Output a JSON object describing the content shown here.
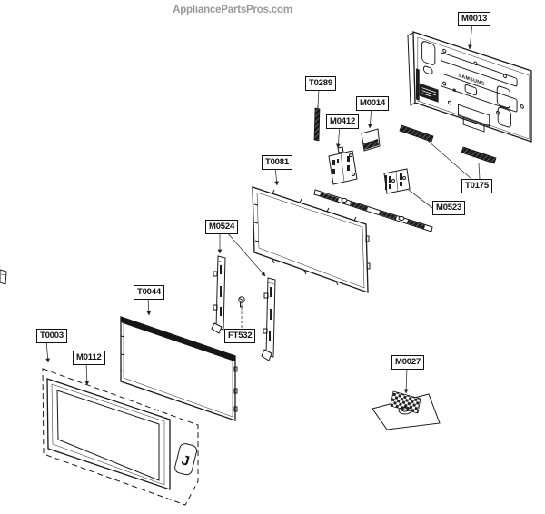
{
  "header": {
    "watermark": "AppliancePartsPros.com"
  },
  "colors": {
    "ink": "#1a1a1a",
    "paper": "#ffffff",
    "watermark": "#9a9a9a",
    "leader": "#333333"
  },
  "badge": {
    "text": "J"
  },
  "back_panel": {
    "brand": "SAMSUNG"
  },
  "labels": [
    {
      "part": "M0013",
      "text": "M0013"
    },
    {
      "part": "T0289",
      "text": "T0289"
    },
    {
      "part": "M0014",
      "text": "M0014"
    },
    {
      "part": "M0412",
      "text": "M0412"
    },
    {
      "part": "T0081",
      "text": "T0081"
    },
    {
      "part": "T0175",
      "text": "T0175"
    },
    {
      "part": "M0523",
      "text": "M0523"
    },
    {
      "part": "M0524",
      "text": "M0524"
    },
    {
      "part": "T0044",
      "text": "T0044"
    },
    {
      "part": "FT532",
      "text": "FT532"
    },
    {
      "part": "T0003",
      "text": "T0003"
    },
    {
      "part": "M0112",
      "text": "M0112"
    },
    {
      "part": "M0027",
      "text": "M0027"
    }
  ]
}
